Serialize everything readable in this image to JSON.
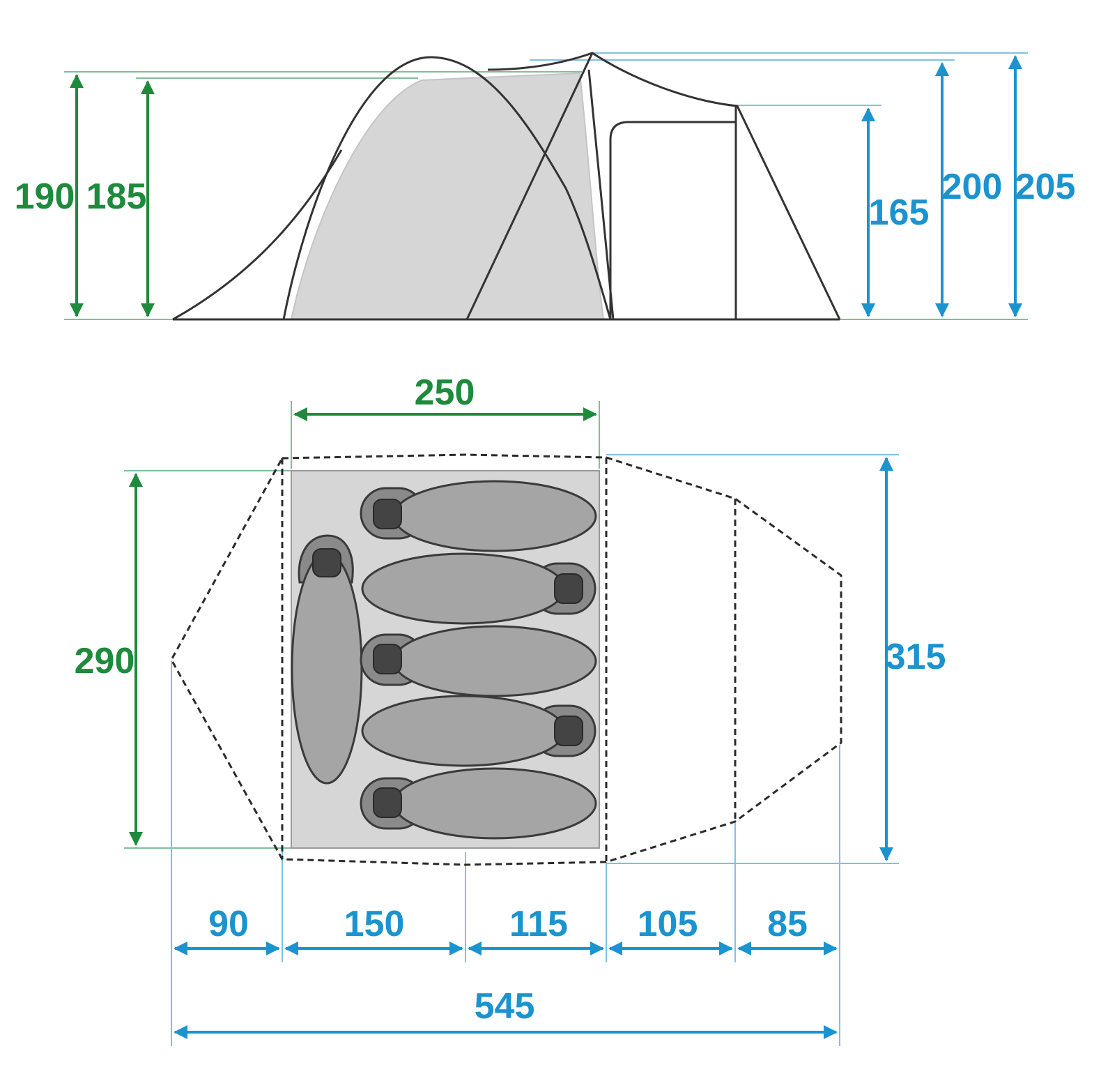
{
  "colors": {
    "green": "#1e8a3c",
    "blue": "#1a93cf",
    "inner_tent": "#d6d6d6",
    "sleeping_bag": "#a5a5a5"
  },
  "side_view": {
    "heights_green": [
      "190",
      "185"
    ],
    "heights_blue": [
      "165",
      "200",
      "205"
    ]
  },
  "top_view": {
    "inner_width": "250",
    "inner_depth": "290",
    "outer_depth": "315",
    "segments": [
      "90",
      "150",
      "115",
      "105",
      "85"
    ],
    "total_length": "545",
    "sleeping_bags": 6
  }
}
